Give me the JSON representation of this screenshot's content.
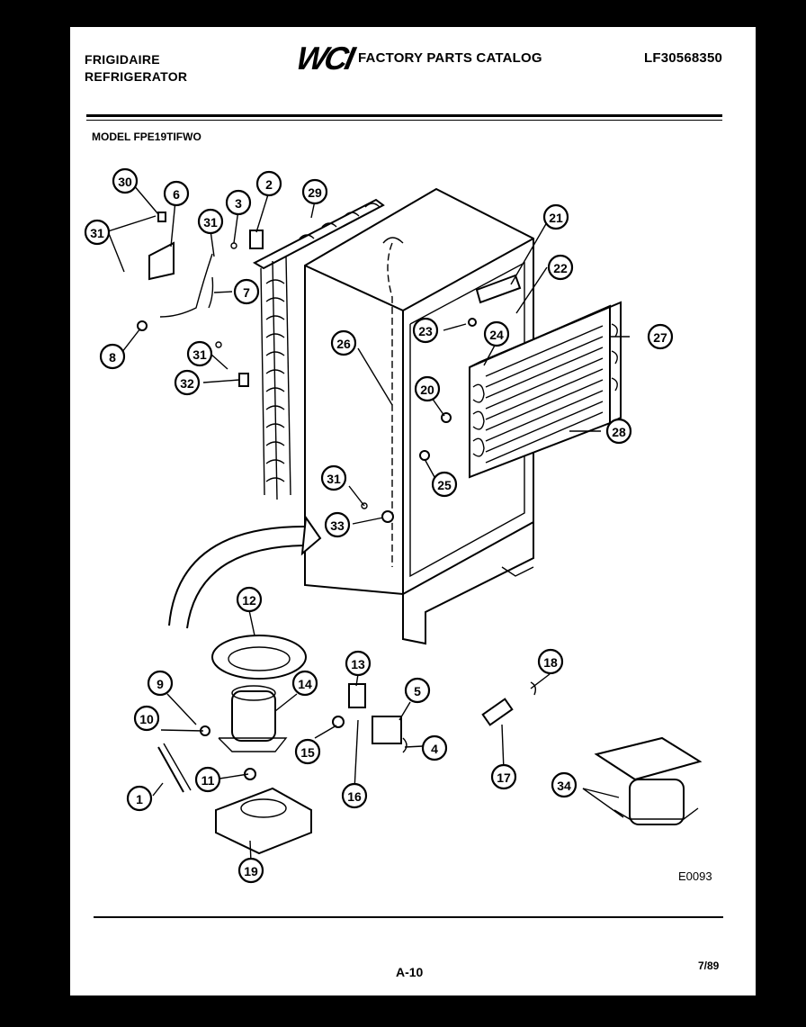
{
  "header": {
    "brand_line1": "FRIGIDAIRE",
    "brand_line2": "REFRIGERATOR",
    "logo": "WCI",
    "catalog_title": "FACTORY PARTS CATALOG",
    "catalog_number": "LF30568350",
    "model": "MODEL FPE19TIFWO"
  },
  "diagram": {
    "callouts": [
      "30",
      "6",
      "31",
      "3",
      "2",
      "29",
      "31",
      "7",
      "8",
      "31",
      "32",
      "26",
      "21",
      "22",
      "23",
      "24",
      "27",
      "20",
      "28",
      "25",
      "31",
      "33",
      "12",
      "13",
      "9",
      "14",
      "5",
      "10",
      "15",
      "4",
      "18",
      "11",
      "16",
      "17",
      "1",
      "34",
      "19"
    ]
  },
  "footer": {
    "drawing_code": "E0093",
    "page_number": "A-10",
    "date": "7/89"
  }
}
